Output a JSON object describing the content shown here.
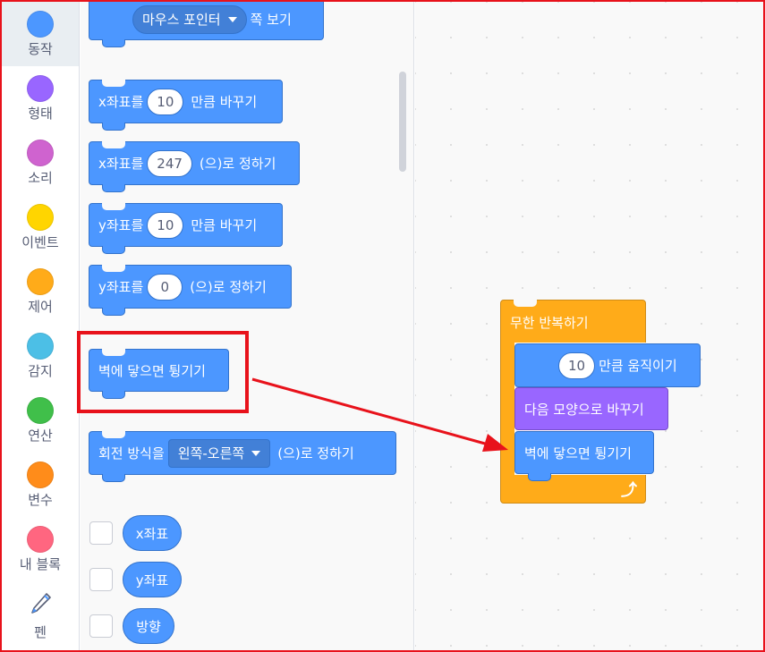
{
  "categories": [
    {
      "label": "동작",
      "color": "#4c97ff",
      "selected": true
    },
    {
      "label": "형태",
      "color": "#9966ff"
    },
    {
      "label": "소리",
      "color": "#cf63cf"
    },
    {
      "label": "이벤트",
      "color": "#ffd500"
    },
    {
      "label": "제어",
      "color": "#ffab19"
    },
    {
      "label": "감지",
      "color": "#4cbfe6"
    },
    {
      "label": "연산",
      "color": "#40bf4a"
    },
    {
      "label": "변수",
      "color": "#ff8c1a"
    },
    {
      "label": "내 블록",
      "color": "#ff6680"
    },
    {
      "label": "펜",
      "icon": "pen-icon"
    }
  ],
  "palette": {
    "point_towards": {
      "label_prefix": "",
      "dropdown": "마우스 포인터",
      "label_suffix": "쪽 보기"
    },
    "change_x": {
      "prefix": "x좌표를",
      "value": "10",
      "suffix": "만큼 바꾸기"
    },
    "set_x": {
      "prefix": "x좌표를",
      "value": "247",
      "suffix": "(으)로 정하기"
    },
    "change_y": {
      "prefix": "y좌표를",
      "value": "10",
      "suffix": "만큼 바꾸기"
    },
    "set_y": {
      "prefix": "y좌표를",
      "value": "0",
      "suffix": "(으)로 정하기"
    },
    "bounce": {
      "label": "벽에 닿으면 튕기기"
    },
    "rotation_style": {
      "prefix": "회전 방식을",
      "dropdown": "왼쪽-오른쪽",
      "suffix": "(으)로 정하기"
    },
    "reporters": [
      {
        "label": "x좌표"
      },
      {
        "label": "y좌표"
      },
      {
        "label": "방향"
      }
    ]
  },
  "workspace": {
    "forever": {
      "label": "무한 반복하기"
    },
    "move": {
      "value": "10",
      "suffix": "만큼 움직이기"
    },
    "next_costume": {
      "label": "다음 모양으로 바꾸기"
    },
    "bounce": {
      "label": "벽에 닿으면 튕기기"
    }
  },
  "colors": {
    "highlight": "#e8121b",
    "motion": "#4c97ff",
    "looks": "#9966ff",
    "control": "#ffab19"
  }
}
